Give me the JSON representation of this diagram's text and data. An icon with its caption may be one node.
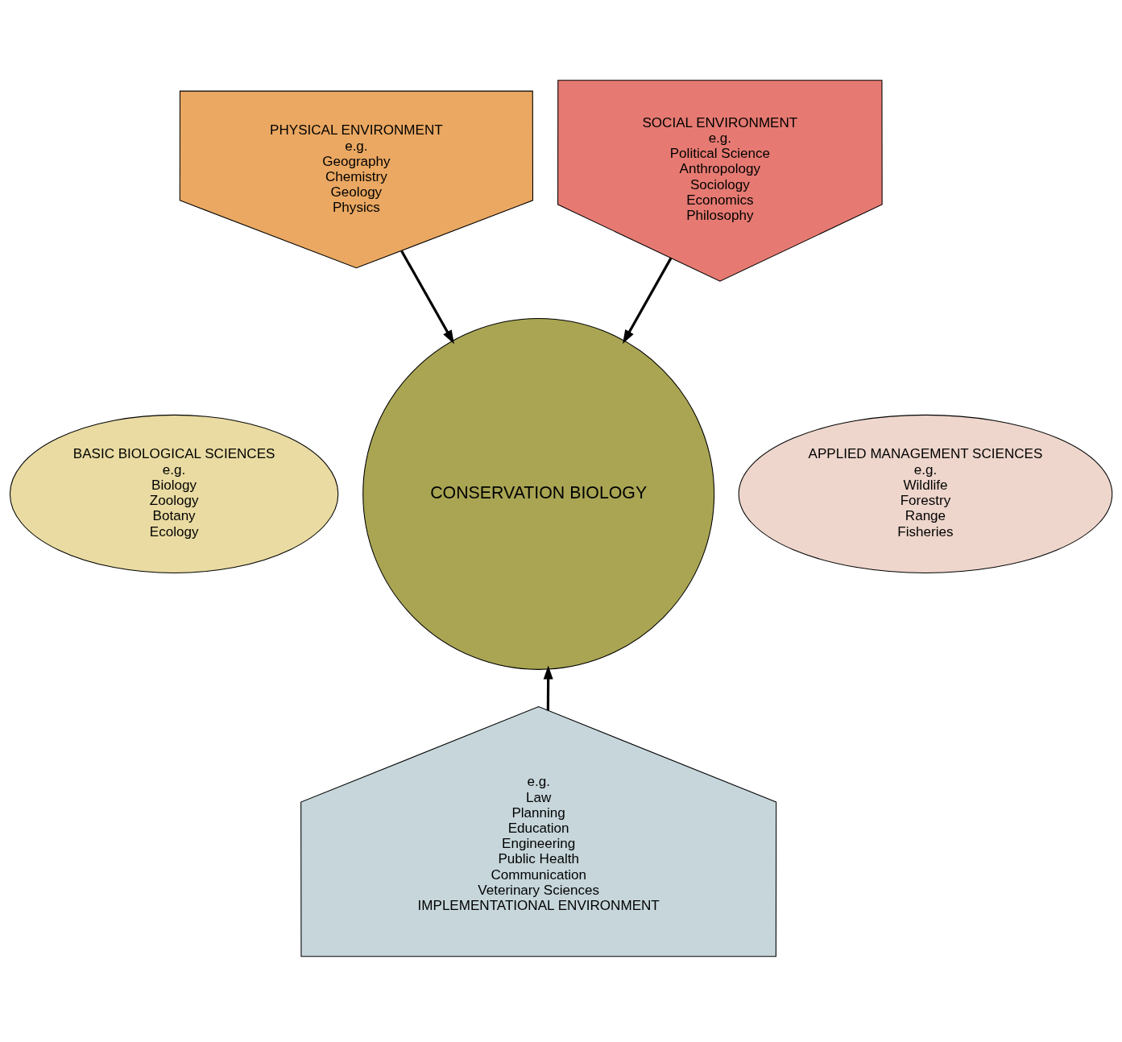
{
  "diagram": {
    "nodes": [
      {
        "text": [
          "PHYSICAL ENVIRONMENT",
          "e.g.",
          "Geography",
          "Chemistry",
          "Geology",
          "Physics"
        ]
      },
      {
        "text": [
          "SOCIAL ENVIRONMENT",
          "e.g.",
          "Political Science",
          "Anthropology",
          "Sociology",
          "Economics",
          "Philosophy"
        ]
      },
      {
        "text": [
          "BASIC BIOLOGICAL SCIENCES",
          "e.g.",
          "Biology",
          "Zoology",
          "Botany",
          "Ecology"
        ]
      },
      {
        "text": [
          "CONSERVATION BIOLOGY"
        ]
      },
      {
        "text": [
          "APPLIED MANAGEMENT SCIENCES",
          "e.g.",
          "Wildlife",
          "Forestry",
          "Range",
          "Fisheries"
        ]
      },
      {
        "text": [
          "e.g.",
          "Law",
          "Planning",
          "Education",
          "Engineering",
          "Public Health",
          "Communication",
          "Veterinary Sciences",
          "IMPLEMENTATIONAL ENVIRONMENT"
        ]
      }
    ],
    "edges": [
      {
        "from": 0,
        "to": 3,
        "arrow": "to"
      },
      {
        "from": 1,
        "to": 3,
        "arrow": "to"
      },
      {
        "from": 5,
        "to": 3,
        "arrow": "to"
      }
    ]
  }
}
